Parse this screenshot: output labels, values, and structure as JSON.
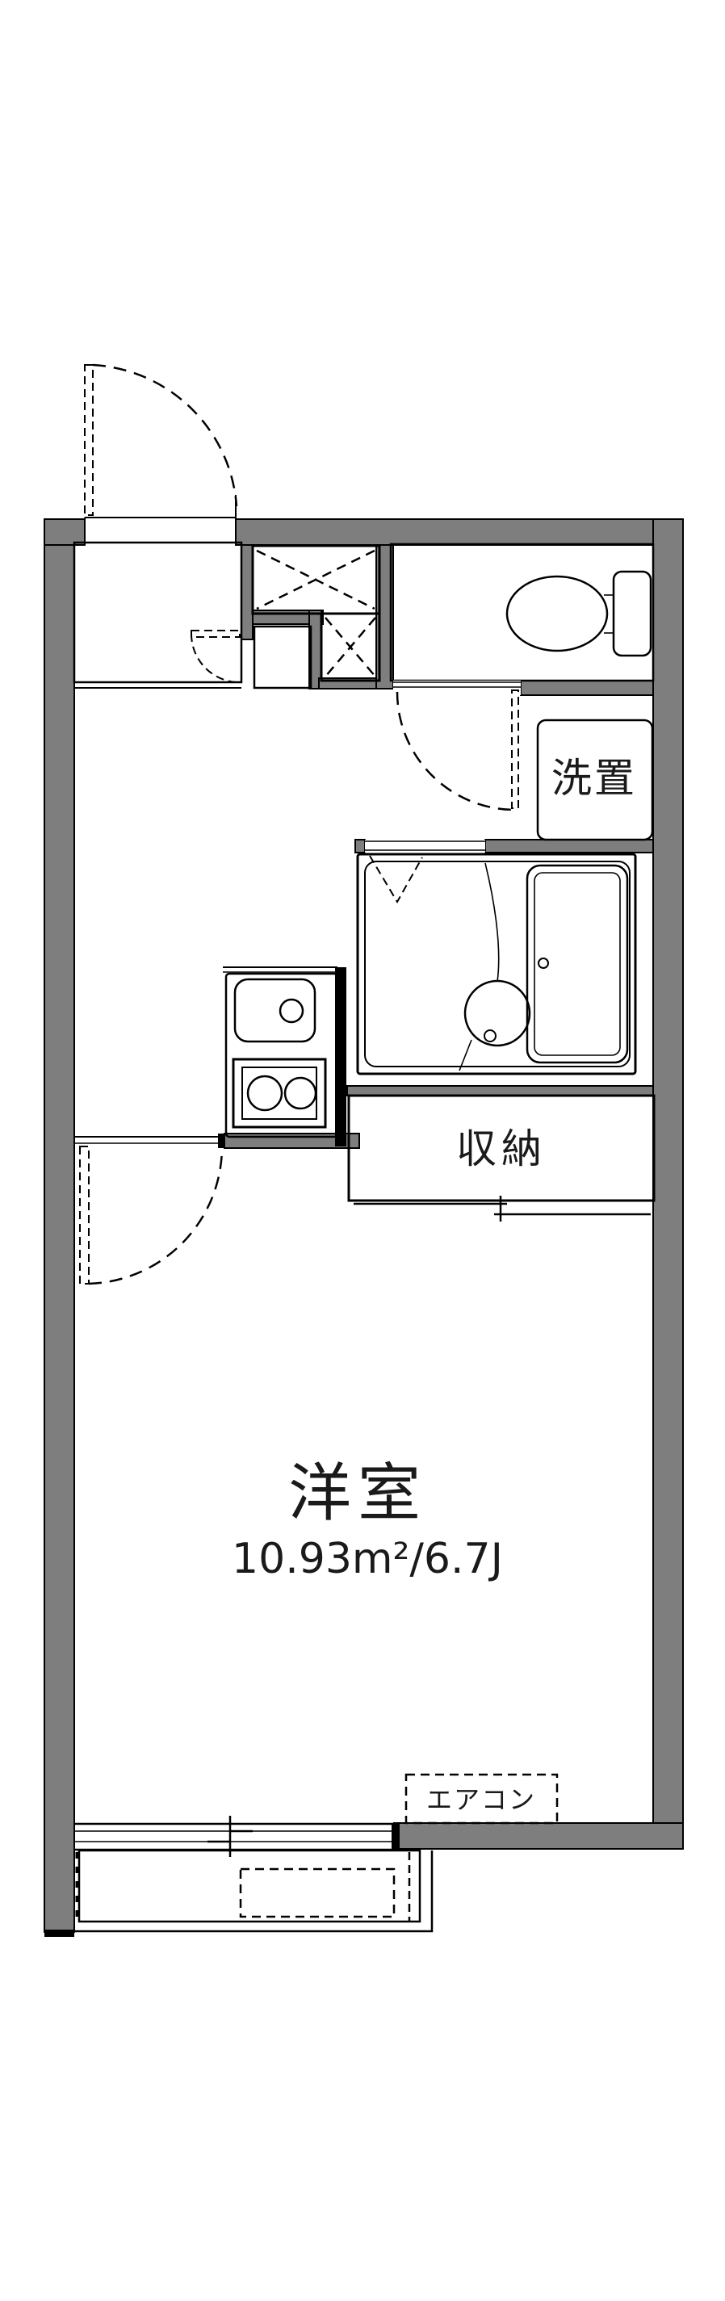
{
  "plan": {
    "labels": {
      "main_room": "洋室",
      "main_room_area": "10.93m²/6.7J",
      "storage": "収納",
      "laundry": "洗置",
      "aircon": "エアコン"
    },
    "colors": {
      "wall": "#7E7E7E",
      "water": "#E6EEF9",
      "cream": "#FBEFD5",
      "line": "#000000",
      "text": "#1A1A1A",
      "background": "#FFFFFF"
    }
  }
}
